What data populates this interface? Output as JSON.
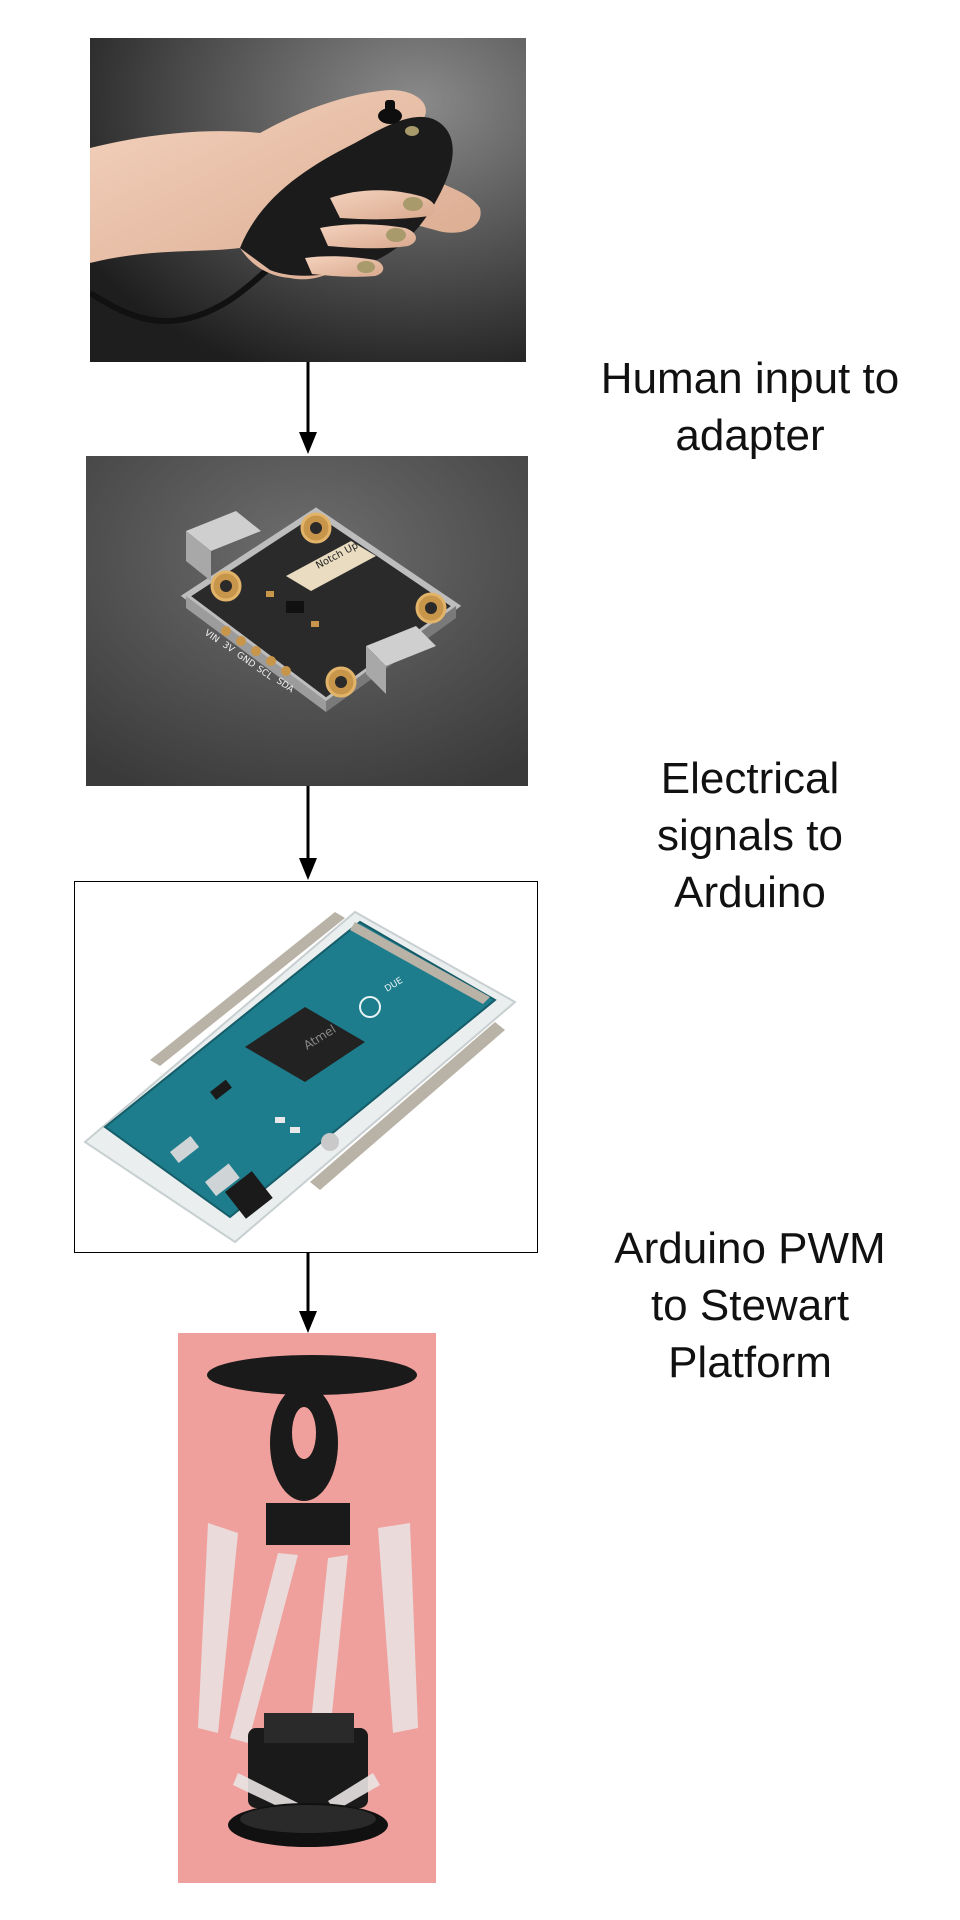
{
  "flow": {
    "steps": [
      {
        "label": "Human input to adapter",
        "line1": "Human input to",
        "line2": "adapter",
        "line3": ""
      },
      {
        "label": "Electrical signals to Arduino",
        "line1": "Electrical",
        "line2": "signals to",
        "line3": "Arduino"
      },
      {
        "label": "Arduino PWM to Stewart Platform",
        "line1": "Arduino PWM",
        "line2": "to Stewart",
        "line3": "Platform"
      }
    ]
  },
  "boards": {
    "adapter_pins": [
      "VIN",
      "3V",
      "GND",
      "SCL",
      "SDA"
    ],
    "adapter_connector_text": "Notch Up",
    "arduino_chip_text": "Atmel",
    "arduino_logo_text": "DUE"
  },
  "colors": {
    "arrow": "#000000",
    "frame_border": "#000000",
    "stewart_background": "#f0a09c",
    "arduino_pcb": "#1e7d8c"
  },
  "icons": [
    "nunchuk-photo",
    "adapter-board-photo",
    "arduino-due-photo",
    "stewart-platform-photo"
  ]
}
